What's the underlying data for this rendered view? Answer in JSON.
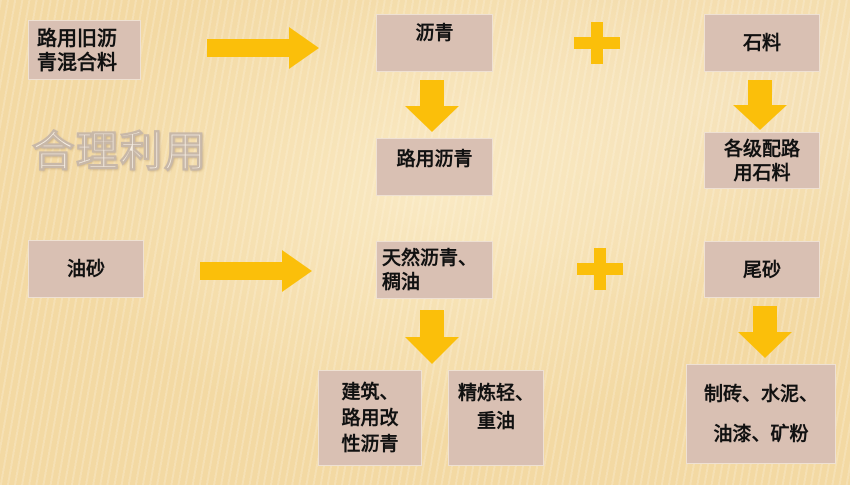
{
  "title": "合理利用",
  "colors": {
    "accent": "#fbbf0a",
    "box_fill": "#d9c0b3",
    "background": "#f3d9a3"
  },
  "row1": {
    "source": "路用旧沥\n青混合料",
    "product_a": "沥青",
    "product_b": "石料",
    "result_a": "路用沥青",
    "result_b": "各级配路\n用石料"
  },
  "row2": {
    "source": "油砂",
    "product_a": "天然沥青、\n稠油",
    "product_b": "尾砂",
    "result_a1": "建筑、\n路用改\n性沥青",
    "result_a2": "精炼轻、\n重油",
    "result_b": "制砖、水泥、\n油漆、矿粉"
  }
}
